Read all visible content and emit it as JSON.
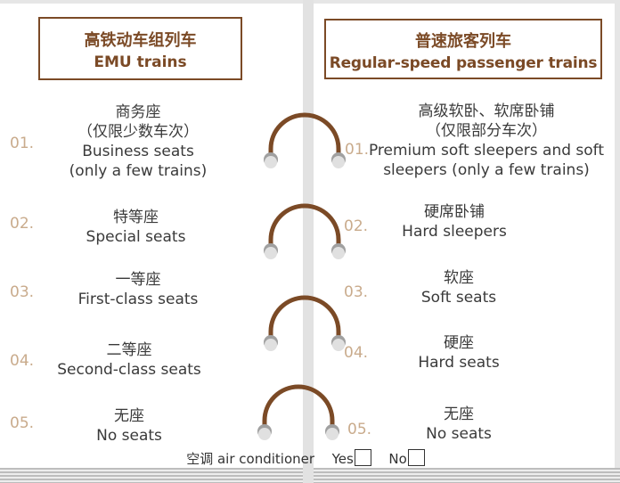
{
  "left": {
    "header": {
      "zh": "高铁动车组列车",
      "en": "EMU trains"
    },
    "items": [
      {
        "num": "01.",
        "zh": "商务座",
        "zh2": "（仅限少数车次）",
        "en": "Business seats",
        "en2": "(only a few trains)"
      },
      {
        "num": "02.",
        "zh": "特等座",
        "en": "Special seats"
      },
      {
        "num": "03.",
        "zh": "一等座",
        "en": "First-class seats"
      },
      {
        "num": "04.",
        "zh": "二等座",
        "en": "Second-class seats"
      },
      {
        "num": "05.",
        "zh": "无座",
        "en": "No seats"
      }
    ]
  },
  "right": {
    "header": {
      "zh": "普速旅客列车",
      "en": "Regular-speed passenger trains"
    },
    "items": [
      {
        "num": "01.",
        "zh": "高级软卧、软席卧铺",
        "zh2": "（仅限部分车次）",
        "en": "Premium soft sleepers and soft",
        "en2": "sleepers (only a few trains)"
      },
      {
        "num": "02.",
        "zh": "硬席卧铺",
        "en": "Hard sleepers"
      },
      {
        "num": "03.",
        "zh": "软座",
        "en": "Soft seats"
      },
      {
        "num": "04.",
        "zh": "硬座",
        "en": "Hard seats"
      },
      {
        "num": "05.",
        "zh": "无座",
        "en": "No seats"
      }
    ]
  },
  "footer": {
    "label": "空调 air conditioner",
    "yes": "Yes",
    "no": "No"
  },
  "colors": {
    "accent": "#7b4a26",
    "number": "#c9ab8c",
    "text": "#3a3a3a",
    "spine": "#e2e2e2"
  }
}
